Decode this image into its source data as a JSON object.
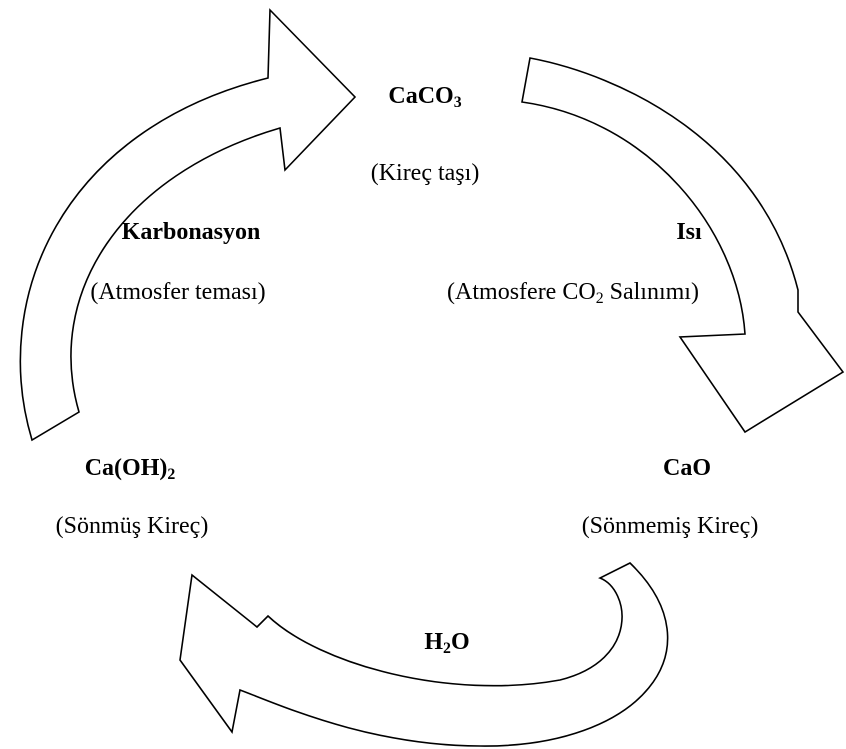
{
  "cycle": {
    "top": {
      "formula_main": "CaCO",
      "formula_sub": "3",
      "formula_tail": "",
      "name": "(Kireç taşı)"
    },
    "right": {
      "formula_main": "CaO",
      "formula_sub": "",
      "formula_tail": "",
      "name": "(Sönmemiş Kireç)"
    },
    "left": {
      "formula_main": "Ca(OH)",
      "formula_sub": "2",
      "formula_tail": "",
      "name": "(Sönmüş Kireç)"
    }
  },
  "steps": {
    "heat": {
      "label": "Isı",
      "note_pre": "(Atmosfere CO",
      "note_sub": "2",
      "note_post": " Salınımı)"
    },
    "water": {
      "formula_main": "H",
      "formula_sub": "2",
      "formula_tail": "O"
    },
    "carbonation": {
      "label": "Karbonasyon",
      "note": "(Atmosfer teması)"
    }
  },
  "style": {
    "arrow_fill": "#ffffff",
    "arrow_stroke": "#000000",
    "text_color": "#000000"
  }
}
